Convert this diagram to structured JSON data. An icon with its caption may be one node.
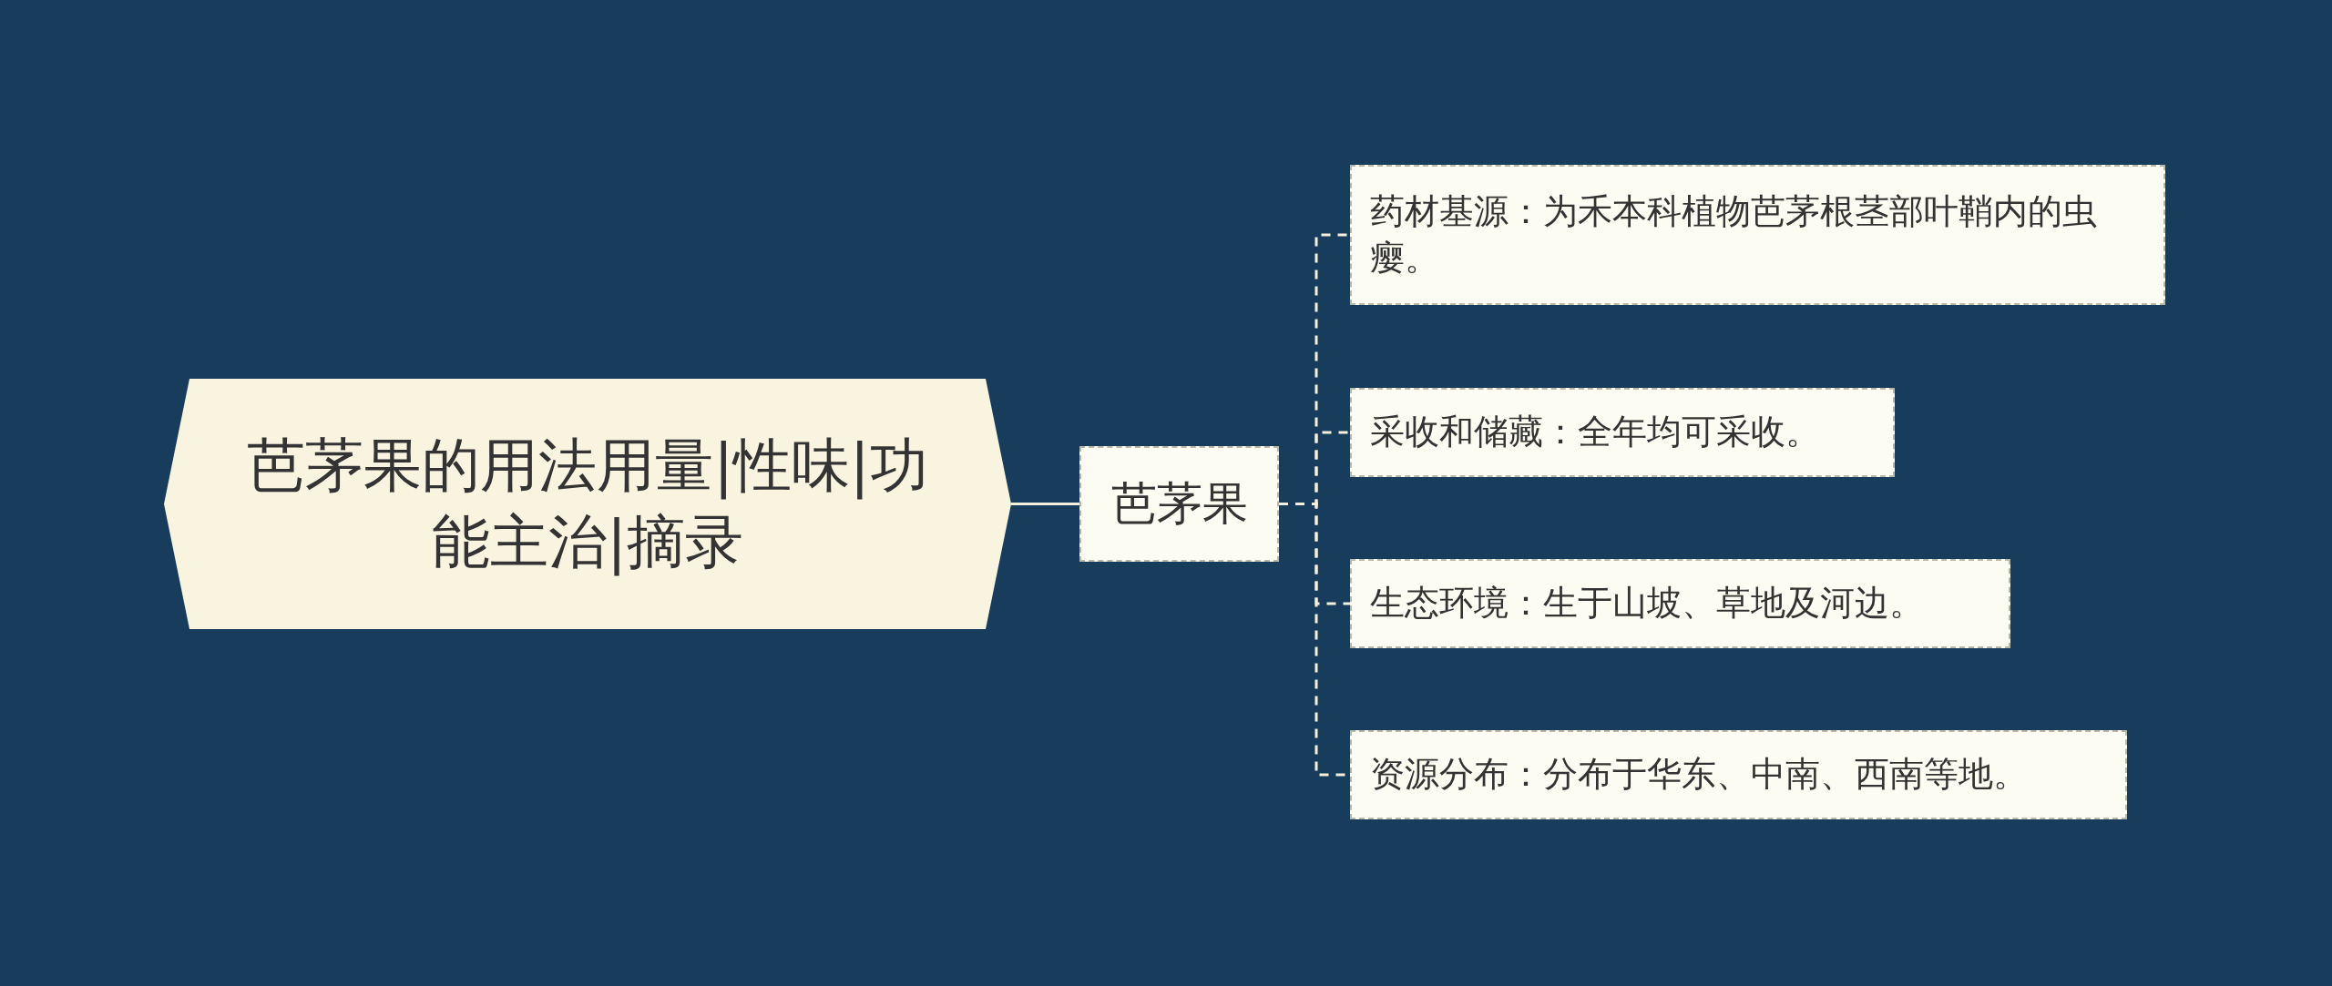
{
  "diagram": {
    "nodes": [
      {
        "text": [
          "芭茅果的用法用量|性味|功能主治|摘录"
        ]
      },
      {
        "text": [
          "芭茅果"
        ]
      },
      {
        "text": [
          "药材基源：为禾本科植物芭茅根茎部叶鞘内的虫瘿。"
        ]
      },
      {
        "text": [
          "采收和储藏：全年均可采收。"
        ]
      },
      {
        "text": [
          "生态环境：生于山坡、草地及河边。"
        ]
      },
      {
        "text": [
          "资源分布：分布于华东、中南、西南等地。"
        ]
      }
    ],
    "edges": [
      {
        "from": 0,
        "to": 1,
        "arrow": "none"
      },
      {
        "from": 1,
        "to": 2,
        "arrow": "none",
        "style": "dashed"
      },
      {
        "from": 1,
        "to": 3,
        "arrow": "none",
        "style": "dashed"
      },
      {
        "from": 1,
        "to": 4,
        "arrow": "none",
        "style": "dashed"
      },
      {
        "from": 1,
        "to": 5,
        "arrow": "none",
        "style": "dashed"
      }
    ]
  }
}
